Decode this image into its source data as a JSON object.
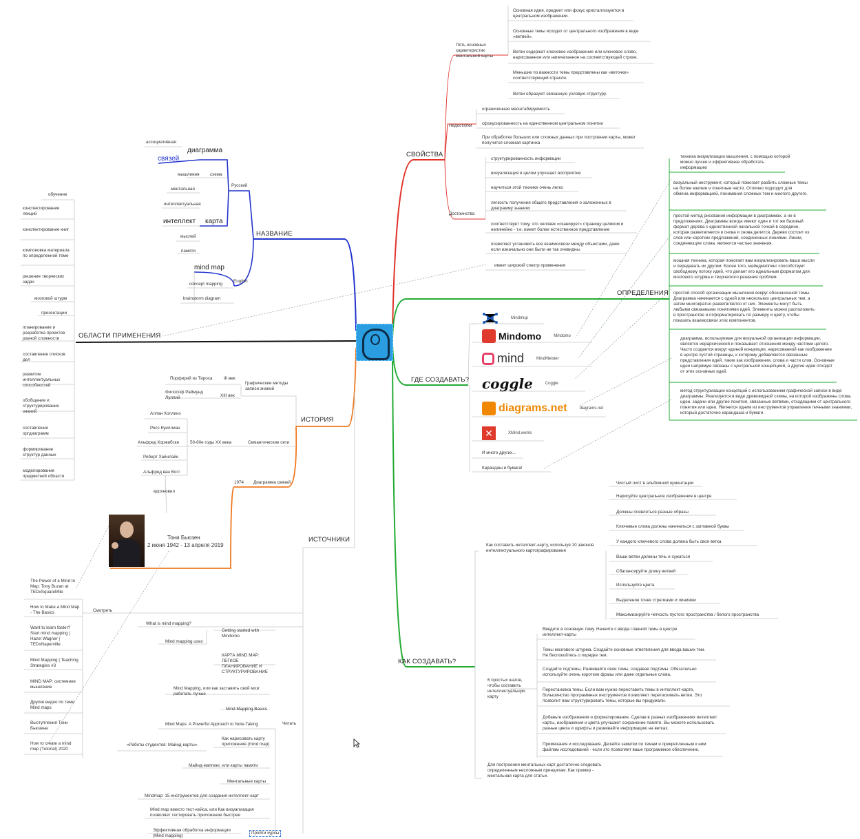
{
  "center": {
    "icon": "head-lightbulb-icon"
  },
  "branches": {
    "svoistva": "СВОЙСТВА",
    "nazvanie": "НАЗВАНИЕ",
    "oblasti": "ОБЛАСТИ ПРИМЕНЕНИЯ",
    "istoriya": "ИСТОРИЯ",
    "istochniki": "ИСТОЧНИКИ",
    "opredeleniya": "ОПРЕДЕЛЕНИЯ",
    "gde": "ГДЕ СОЗДАВАТЬ?",
    "kak": "КАК СОЗДАВАТЬ?"
  },
  "svoistva": {
    "pyat": "Пять основных характеристик ментальной карты",
    "pyat_items": [
      "Основная идея, предмет или фокус кристаллизуются в центральном изображении.",
      "Основные темы исходят от центрального изображения в виде «ветвей».",
      "Ветви содержат ключевое изображение или ключевое слово, нарисованное или напечатанное на соответствующей строке.",
      "Меньшие по важности темы представлены как «веточки» соответствующей отрасли.",
      "Ветви образуют связанную узловую структуру."
    ],
    "nedostatki": "Недостатки",
    "nedostatki_items": [
      "ограниченная масштабируемость",
      "сфокусированность на единственном центральном понятии",
      "При обработке больших или сложных данных при построении карты, может получится сложная картинка"
    ],
    "dostoinstva": "Достоинства",
    "dostoinstva_items": [
      "структурированность информации",
      "визуализация в целом улучшает восприятие",
      "научиться этой технике очень легко",
      "легкость получения общего представления о заложенных в диаграмму знаниях",
      "соответствует тому, что человек «сканирует» страницу целиком и нелинейно - т.е. имеет более естественное представление",
      "позволяет установить все взаимосвязи между объектами, даже если изначально они были не так очевидны.",
      "имеет широкий спектр применения"
    ]
  },
  "nazvanie": {
    "russkiy": "Русский",
    "english": "English",
    "assoc": "ассоциативная",
    "svyazey": "связей",
    "diagramma": "диаграмма",
    "myshleniya": "мышления",
    "shema": "схема",
    "mentalnaya": "ментальная",
    "intellektualnaya": "интеллектуальная",
    "intellekt": "интеллект",
    "karta": "карта",
    "mysley": "мыслей",
    "pamyati": "памяти",
    "mindmap": "mind map",
    "concept": "concept mapping",
    "brainstorm": "brainstorm diagram"
  },
  "oblasti": [
    "обучение",
    "конспектирование лекций",
    "конспектирование книг",
    "компоновка материала по определенной теме",
    "решение творческих задач",
    "мозговой штурм",
    "презентации",
    "планирование и разработка проектов разной сложности",
    "составление списков дел",
    "развитие интеллектуальных способностей",
    "обобщение и структурирование знаний",
    "составление оргдиаграмм",
    "формирование структур данных",
    "моделирование предметной области"
  ],
  "istoriya": {
    "porfiriy": "Порфирий из Тироса",
    "vek3": "III век",
    "graf": "Графические методы записи знаний",
    "lulliy": "Философ Раймунд Луллий",
    "vek13": "XIII век",
    "kollinz": "Аллан Коллинз",
    "kvillian": "Росс Куиллиан",
    "korzhibski": "Альфред Коржибски",
    "gody": "50-60е годы XX века",
    "semant": "Семантические сети",
    "hainlain": "Роберт Хайнлайн",
    "vogt": "Альфред ван Вогт",
    "vdohnovil": "вдохновил",
    "year1974": "1974",
    "diagsvyazey": "Диаграмма связей",
    "tony": "Тони Бьюзен",
    "tony_dates": "2 июня 1942 - 13 апреля 2019"
  },
  "istochniki": {
    "smotret": "Смотреть",
    "chitat": "Читать",
    "videos": [
      "The Power of a Mind to Map: Tony Buzan at TEDxSquareMile",
      "How to Make a Mind Map - The Basics",
      "Want to learn faster? Start mind mapping | Hazel Wagner | TEDxNaperville",
      "Mind Mapping | Teaching Strategies #3",
      "MIND MAP: системное мышление",
      "Другие видео по теме Mind maps",
      "Выступления Тони Бьюзена",
      "How to create a mind map (Tutorial) 2020"
    ],
    "reads": [
      "What is mind mapping?",
      "Getting started with Mindomo",
      "Mind mapping uses",
      "КАРТА MIND MAP: ЛЕГКОЕ ПЛАНИРОВАНИЕ И СТРУКТУРИРОВАНИЕ",
      "Mind Mapping, или как заставить свой мозг работать лучше",
      "Mind Mapping Basics",
      "Mind Maps: A Powerful Approach to Note-Taking",
      "«Работы студентов: Майнд-карты».",
      "Как нарисовать карту приложения (mind map)",
      "Майнд-маппинг, или карты памяти",
      "Ментальные карты",
      "Mindmap: 15 инструментов для создания интеллект-карт",
      "Mind map вместо тест-кейса, или Как визуализация позволяет тестировать приложение быстрее",
      "Эффективная обработка информации (Mind mapping)",
      "Пройти курсы"
    ]
  },
  "opredeleniya": [
    "техника визуализации мышления, с помощью которой можно лучше и эффективнее обработать информацию",
    "визуальный инструмент, который помогает разбить сложные темы на более мелкие и понятные части. Отлично подходит для обмена информацией, понимания сложных тем и многого другого.",
    "простой метод рисования информации в диаграммах, а не в предложениях. Диаграммы всегда имеют один и тот же базовый формат дерева с единственной начальной точкой в середине, которая разветвляется и снова и снова делится. Дерево состоит из слов или коротких предложений, соединенных линиями. Линии, соединяющие слова, являются частью значения.",
    "мощная техника, которая помогает вам визуализировать ваши мысли и передавать их другим. Более того, майндмэппинг способствует свободному потоку идей, что делает его идеальным форматом для мозгового штурма и творческого решения проблем.",
    "простой способ организации мышления вокруг обозначенной темы. Диаграмма начинается с одной или нескольких центральных тем, а затем многократно разветвляется от них. Элементы могут быть любыми связанными понятиями идей. Элементы можно расположить в пространстве и отформатировать по размеру и цвету, чтобы показать взаимосвязи этих компонентов.",
    "диаграмма, используемая для визуальной организации информации, является иерархической и показывает отношения между частями целого. Часто создается вокруг единой концепции, нарисованной как изображение в центре пустой страницы, к которому добавляются связанные представления идей, такие как изображения, слова и части слов. Основные идеи напрямую связаны с центральной концепцией, а другие идеи отходят от этих основных идей.",
    "метод структуризации концепций с использованием графической записи в виде диаграммы. Реализуется в виде древовидной схемы, на которой изображены слова, идеи, задачи или другие понятия, связанные ветвями, отходящими от центрального понятия или идеи. Является одним из инструментов управления личными знаниями, который достаточно карандаша и бумаги."
  ],
  "gde": {
    "tools": [
      {
        "name": "",
        "sub": "Mindmup",
        "color": "#1f5cb8"
      },
      {
        "name": "Mindomo",
        "sub": "Mindomo",
        "color": "#e03a2d"
      },
      {
        "name": "mind",
        "sub": "MindMeister",
        "color": "#e64067"
      },
      {
        "name": "coggle",
        "sub": "Coggle",
        "color": "#111111"
      },
      {
        "name": "diagrams.net",
        "sub": "diagrams.net",
        "color": "#f08705"
      },
      {
        "name": "",
        "sub": "XMind.works",
        "color": "#e03a2d"
      }
    ],
    "more": "И много других...",
    "karandash": "Карандаш и бумага!"
  },
  "kak": {
    "10": "Как составить интеллект-карту, используя 10 законов интеллектуального картографирования",
    "10_items": [
      "Чистый лист в альбомной ориентации",
      "Нарисуйте центральное изображение в центре",
      "Должны появляться разные образы",
      "Ключевые слова должны начинаться с заглавной буквы",
      "У каждого ключевого слова должна быть своя ветка",
      "Ваши ветви должны течь и сужаться",
      "Сбалансируйте длину ветвей",
      "Используйте цвета",
      "Выделение точек стрелками и линиями",
      "Максимизируйте четкость пустого пространства / белого пространства"
    ],
    "6": "6 простых шагов, чтобы составить интеллектуальную карту",
    "6_items": [
      "Введите в основную тему. Начните с ввода главной темы в центре интеллект-карты",
      "Темы мозгового штурма. Создайте основные ответвления для ввода ваших тем. Не беспокойтесь о порядке тем.",
      "Создайте подтемы. Развивайте свои темы, создавая подтемы. Обязательно используйте очень короткие фразы или даже отдельные слова.",
      "Перестановка темы. Если вам нужно переставить темы в интеллект-карте, большинство программных инструментов позволяют перетаскивать ветви. Это позволит вам структурировать темы, которые вы придумали.",
      "Добавьте изображения и форматирование. Сделав в разных изображениях интеллект карты, изображения и цвета улучшают сохранение памяти. Вы можете использовать разные цвета и шрифты и развивайте информацию на ветках.",
      "Примечания и исследования. Делайте заметки по темам и прикрепленным к ним файлам исследований - если это позволяет ваше программное обеспечение."
    ],
    "prost": "Для построения ментальных карт достаточно следовать определенным несложным принципам. Как пример - ментальная карта для статьи."
  },
  "colors": {
    "red": "#e0322a",
    "blue": "#2233cc",
    "black": "#111111",
    "orange": "#ee7a22",
    "green": "#22aa33",
    "gray": "#bbbbbb"
  }
}
